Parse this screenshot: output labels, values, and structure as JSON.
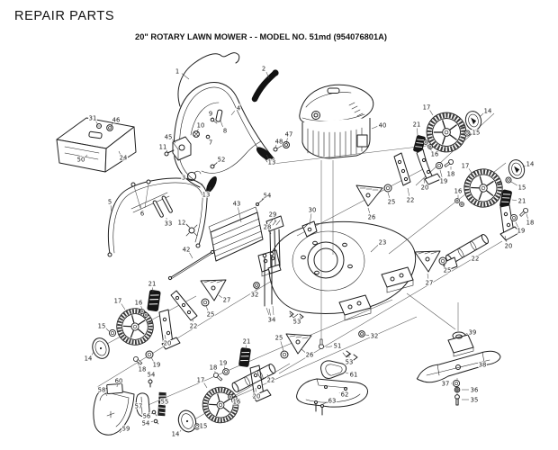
{
  "header": {
    "title": "REPAIR PARTS",
    "subtitle": "20\" ROTARY LAWN MOWER - - MODEL NO. 51md (954076801A)"
  },
  "diagram": {
    "callouts": [
      [
        "1",
        197,
        79,
        210,
        88
      ],
      [
        "2",
        293,
        76,
        299,
        87
      ],
      [
        "4",
        265,
        120,
        257,
        128
      ],
      [
        "31",
        103,
        131,
        109,
        139
      ],
      [
        "46",
        129,
        133,
        123,
        141
      ],
      [
        "50",
        90,
        177,
        97,
        172
      ],
      [
        "24",
        137,
        175,
        132,
        168
      ],
      [
        "45",
        187,
        152,
        195,
        159
      ],
      [
        "11",
        181,
        163,
        186,
        169
      ],
      [
        "10",
        223,
        139,
        219,
        147
      ],
      [
        "9",
        234,
        126,
        236,
        131
      ],
      [
        "8",
        250,
        145,
        245,
        134
      ],
      [
        "7",
        234,
        158,
        232,
        153
      ],
      [
        "52",
        246,
        177,
        238,
        184
      ],
      [
        "3",
        204,
        197,
        209,
        197
      ],
      [
        "13",
        229,
        216,
        234,
        208
      ],
      [
        "13",
        302,
        180,
        296,
        172
      ],
      [
        "48",
        310,
        157,
        306,
        164
      ],
      [
        "47",
        321,
        149,
        318,
        160
      ],
      [
        "40",
        425,
        139,
        413,
        143
      ],
      [
        "5",
        122,
        224,
        124,
        235
      ],
      [
        "6",
        158,
        237,
        156,
        228
      ],
      [
        "33",
        187,
        248,
        185,
        242
      ],
      [
        "12",
        202,
        247,
        211,
        253
      ],
      [
        "42",
        207,
        277,
        214,
        287
      ],
      [
        "43",
        263,
        226,
        268,
        247
      ],
      [
        "54",
        297,
        217,
        291,
        222
      ],
      [
        "29",
        303,
        238,
        306,
        247
      ],
      [
        "28",
        297,
        252,
        301,
        260
      ],
      [
        "23",
        425,
        269,
        412,
        280
      ],
      [
        "30",
        347,
        233,
        344,
        250
      ],
      [
        "26",
        413,
        241,
        409,
        231
      ],
      [
        "25",
        435,
        224,
        431,
        214
      ],
      [
        "32",
        283,
        327,
        285,
        320
      ],
      [
        "34",
        302,
        355,
        299,
        343
      ],
      [
        "53",
        330,
        357,
        334,
        351
      ],
      [
        "51",
        375,
        384,
        362,
        386
      ],
      [
        "32",
        416,
        373,
        406,
        372
      ],
      [
        "53",
        388,
        402,
        388,
        396
      ],
      [
        "27",
        477,
        314,
        475,
        304
      ],
      [
        "17",
        474,
        119,
        481,
        128
      ],
      [
        "14",
        542,
        123,
        533,
        130
      ],
      [
        "15",
        529,
        147,
        522,
        150
      ],
      [
        "21",
        463,
        138,
        464,
        150
      ],
      [
        "16",
        483,
        171,
        477,
        163
      ],
      [
        "18",
        501,
        193,
        501,
        185
      ],
      [
        "19",
        493,
        201,
        489,
        189
      ],
      [
        "20",
        472,
        208,
        471,
        198
      ],
      [
        "22",
        456,
        222,
        453,
        209
      ],
      [
        "17",
        517,
        184,
        524,
        192
      ],
      [
        "14",
        589,
        182,
        581,
        186
      ],
      [
        "15",
        580,
        208,
        568,
        202
      ],
      [
        "16",
        509,
        212,
        509,
        220
      ],
      [
        "21",
        580,
        223,
        569,
        222
      ],
      [
        "18",
        589,
        247,
        585,
        238
      ],
      [
        "19",
        579,
        256,
        573,
        247
      ],
      [
        "20",
        565,
        273,
        561,
        262
      ],
      [
        "22",
        528,
        287,
        524,
        284
      ],
      [
        "25",
        497,
        300,
        493,
        292
      ],
      [
        "21",
        169,
        315,
        170,
        325
      ],
      [
        "17",
        131,
        334,
        139,
        344
      ],
      [
        "16",
        154,
        336,
        158,
        344
      ],
      [
        "15",
        113,
        362,
        121,
        368
      ],
      [
        "14",
        98,
        398,
        104,
        391
      ],
      [
        "18",
        158,
        410,
        153,
        403
      ],
      [
        "19",
        174,
        405,
        168,
        397
      ],
      [
        "20",
        186,
        381,
        183,
        372
      ],
      [
        "22",
        215,
        362,
        214,
        354
      ],
      [
        "25",
        234,
        349,
        229,
        340
      ],
      [
        "27",
        252,
        333,
        243,
        328
      ],
      [
        "21",
        274,
        379,
        273,
        389
      ],
      [
        "17",
        223,
        422,
        230,
        431
      ],
      [
        "16",
        263,
        446,
        258,
        443
      ],
      [
        "15",
        226,
        473,
        221,
        473
      ],
      [
        "14",
        195,
        482,
        201,
        478
      ],
      [
        "18",
        237,
        408,
        239,
        414
      ],
      [
        "19",
        248,
        403,
        250,
        411
      ],
      [
        "20",
        285,
        440,
        284,
        431
      ],
      [
        "22",
        301,
        422,
        297,
        416
      ],
      [
        "26",
        344,
        394,
        335,
        388
      ],
      [
        "25",
        310,
        375,
        315,
        390
      ],
      [
        "60",
        132,
        423,
        130,
        430
      ],
      [
        "58",
        113,
        433,
        119,
        440
      ],
      [
        "57",
        154,
        451,
        157,
        448
      ],
      [
        "54",
        168,
        416,
        167,
        422
      ],
      [
        "55",
        183,
        446,
        181,
        447
      ],
      [
        "56",
        163,
        462,
        169,
        459
      ],
      [
        "54",
        162,
        470,
        170,
        468
      ],
      [
        "59",
        140,
        476,
        133,
        481
      ],
      [
        "61",
        393,
        416,
        384,
        414
      ],
      [
        "62",
        383,
        438,
        377,
        436
      ],
      [
        "63",
        369,
        445,
        357,
        450
      ],
      [
        "39",
        525,
        369,
        516,
        372
      ],
      [
        "38",
        536,
        405,
        531,
        409
      ],
      [
        "37",
        495,
        426,
        502,
        426
      ],
      [
        "36",
        527,
        433,
        513,
        433
      ],
      [
        "35",
        527,
        444,
        513,
        444
      ]
    ]
  }
}
